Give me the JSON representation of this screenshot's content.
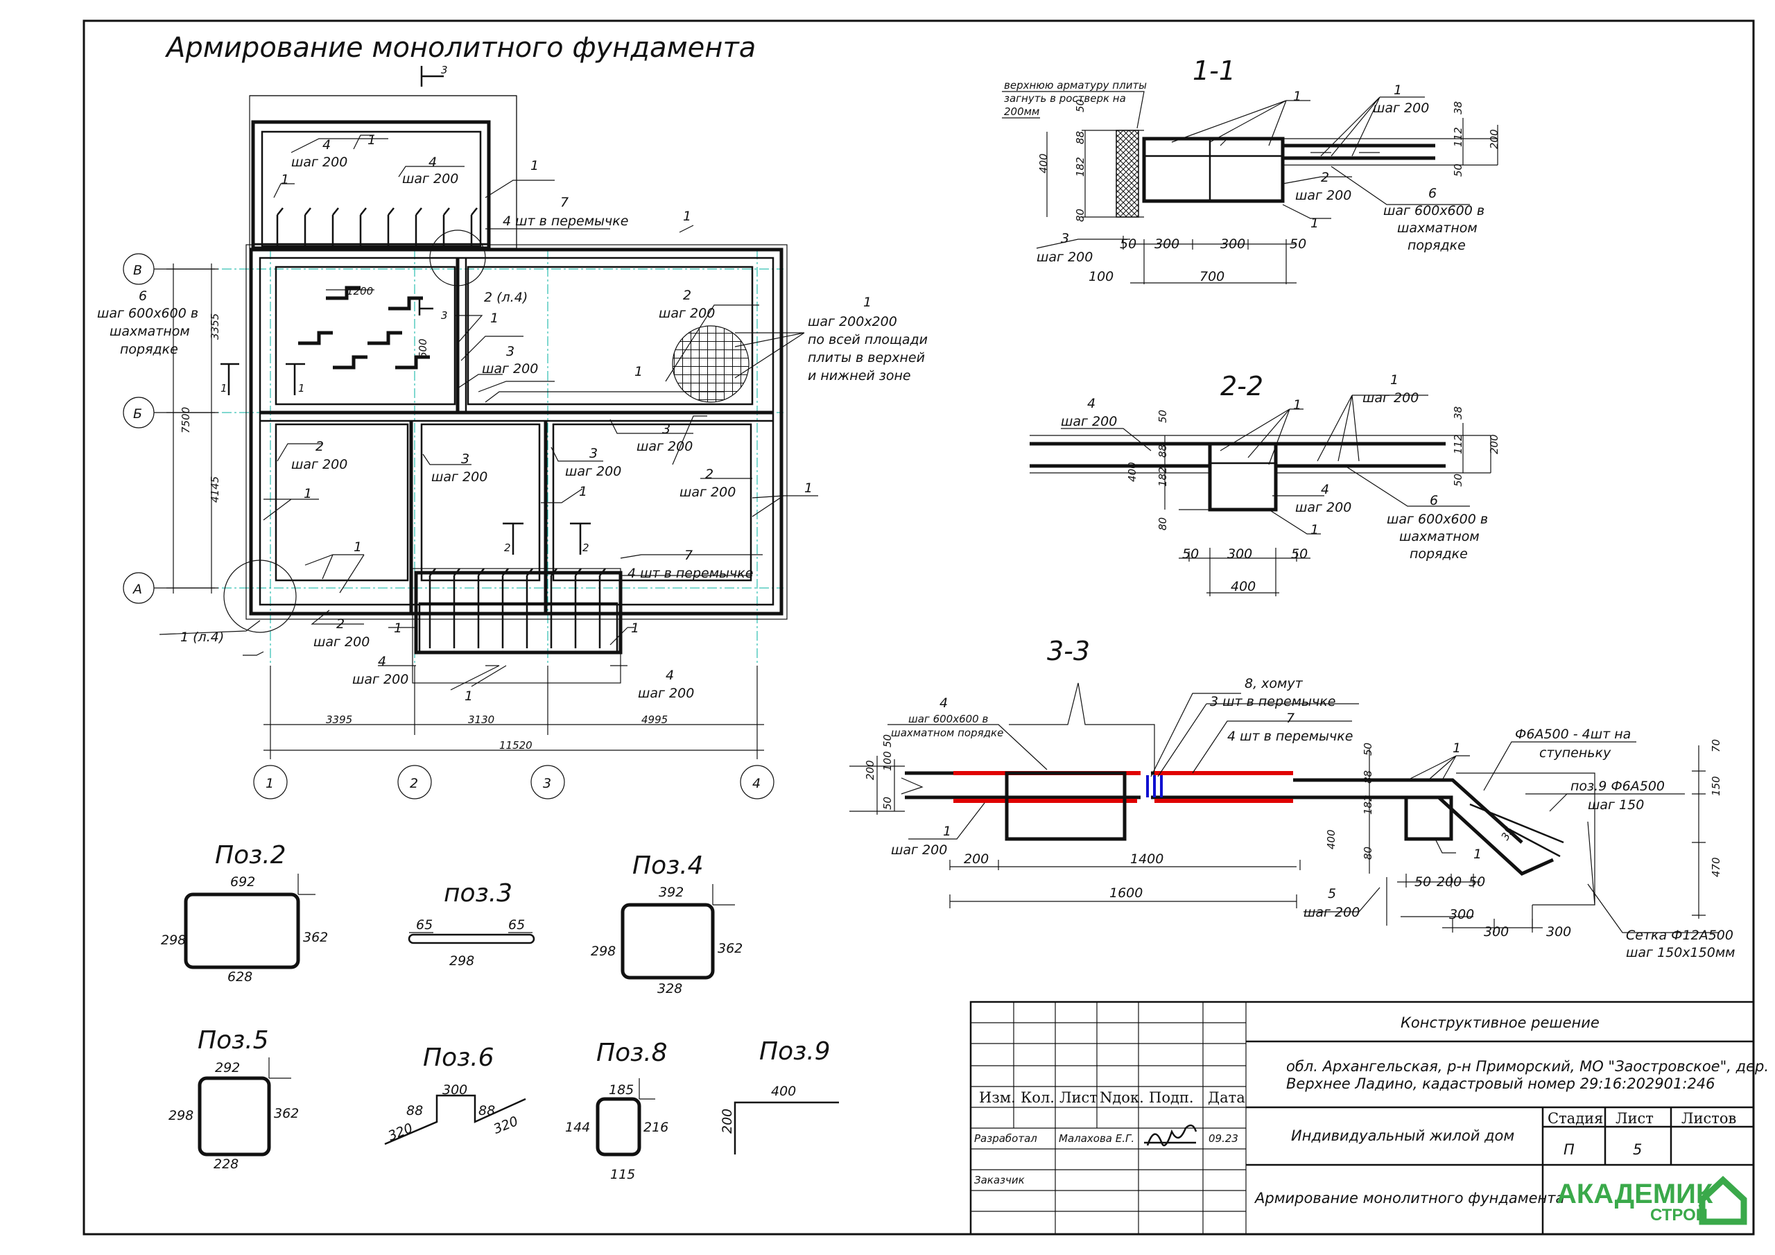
{
  "drawing": {
    "title": "Армирование монолитного фундамента",
    "section_marks": {
      "s1": "1-1",
      "s2": "2-2",
      "s3": "3-3"
    },
    "cut_markers": {
      "c1": "1",
      "c2": "2",
      "c3": "3"
    },
    "plan": {
      "axes_letters": [
        "В",
        "Б",
        "А"
      ],
      "axes_numbers": [
        "1",
        "2",
        "3",
        "4"
      ],
      "dims_horizontal": [
        "3395",
        "3130",
        "4995"
      ],
      "dim_total": "11520",
      "dims_vertical": [
        "3355",
        "4145"
      ],
      "dim_vertical_total": "7500",
      "dim_grid_a": "1200",
      "dim_grid_b": "600",
      "labels": {
        "n1": "1",
        "n2": "2",
        "n3": "3",
        "n4": "4",
        "n6": "6",
        "n7": "7",
        "step200": "шаг 200",
        "step600": "шаг 600х600 в",
        "chess1": "шахматном",
        "chess2": "порядке",
        "lintel": "4 шт в перемычке",
        "ref_l4_2": "2 (л.4)",
        "ref_l4_1": "1 (л.4)",
        "mesh1": "1",
        "mesh2": "шаг 200х200",
        "mesh3": "по всей площади",
        "mesh4": "плиты в верхней",
        "mesh5": "и нижней зоне"
      }
    },
    "section11": {
      "note1": "верхнюю арматуру плиты",
      "note2": "загнуть в ростверк на",
      "note3": "200мм",
      "dims": [
        "50",
        "88",
        "182",
        "80",
        "400",
        "38",
        "112",
        "50",
        "200",
        "50",
        "300",
        "300",
        "50",
        "100",
        "700"
      ],
      "step600": "шаг 600х600 в",
      "chess1": "шахматном",
      "chess2": "порядке"
    },
    "section22": {
      "dims": [
        "50",
        "88",
        "182",
        "80",
        "400",
        "38",
        "112",
        "50",
        "200",
        "50",
        "300",
        "50",
        "400"
      ]
    },
    "section33": {
      "n8": "8, хомут",
      "n8b": "3 шт в перемычке",
      "n7b": "4 шт в перемычке",
      "phi1": "Ф6А500 - 4шт на",
      "phi2": "ступеньку",
      "poz9": "поз.9 Ф6А500",
      "step150": "шаг 150",
      "mesh1": "Сетка Ф12А500",
      "mesh2": "шаг 150х150мм",
      "step600": "шаг 600х600 в",
      "chessline": "шахматном порядке",
      "dims": [
        "200",
        "100",
        "50",
        "50",
        "200",
        "1400",
        "1600",
        "50",
        "88",
        "182",
        "400",
        "80",
        "50",
        "200",
        "50",
        "300",
        "300",
        "300",
        "70",
        "150",
        "470",
        "35"
      ]
    },
    "details": {
      "poz2": {
        "title": "Поз.2",
        "top": "692",
        "bottom": "628",
        "left": "298",
        "right": "362"
      },
      "poz3": {
        "title": "поз.3",
        "a": "65",
        "b": "65",
        "len": "298"
      },
      "poz4": {
        "title": "Поз.4",
        "top": "392",
        "bottom": "328",
        "left": "298",
        "right": "362"
      },
      "poz5": {
        "title": "Поз.5",
        "top": "292",
        "bottom": "228",
        "left": "298",
        "right": "362"
      },
      "poz6": {
        "title": "Поз.6",
        "top": "300",
        "l1": "88",
        "l2": "88",
        "a": "320",
        "b": "320"
      },
      "poz8": {
        "title": "Поз.8",
        "top": "185",
        "bottom": "115",
        "left": "144",
        "right": "216"
      },
      "poz9": {
        "title": "Поз.9",
        "top": "400",
        "left": "200"
      }
    }
  },
  "titleblock": {
    "headers": [
      "Изм.",
      "Кол.",
      "Лист",
      "Nдок.",
      "Подп.",
      "Дата"
    ],
    "developed_label": "Разработал",
    "developer": "Малахова Е.Г.",
    "date": "09.23",
    "customer_label": "Заказчик",
    "section": "Конструктивное решение",
    "address1": "обл. Архангельская, р-н Приморский, МО \"Заостровское\", дер.",
    "address2": "Верхнее Ладино, кадастровый номер 29:16:202901:246",
    "object": "Индивидуальный жилой дом",
    "stage_label": "Стадия",
    "sheet_label": "Лист",
    "sheets_label": "Листов",
    "stage": "П",
    "sheet": "5",
    "sheet_name": "Армирование монолитного фундамента",
    "logo_main": "АКАДЕМИК",
    "logo_sub": "СТРОЙ",
    "colors": {
      "logo": "#3aa94a",
      "axis": "#00b0a0",
      "highlight_red": "#e00000",
      "highlight_blue": "#1010d0"
    }
  }
}
